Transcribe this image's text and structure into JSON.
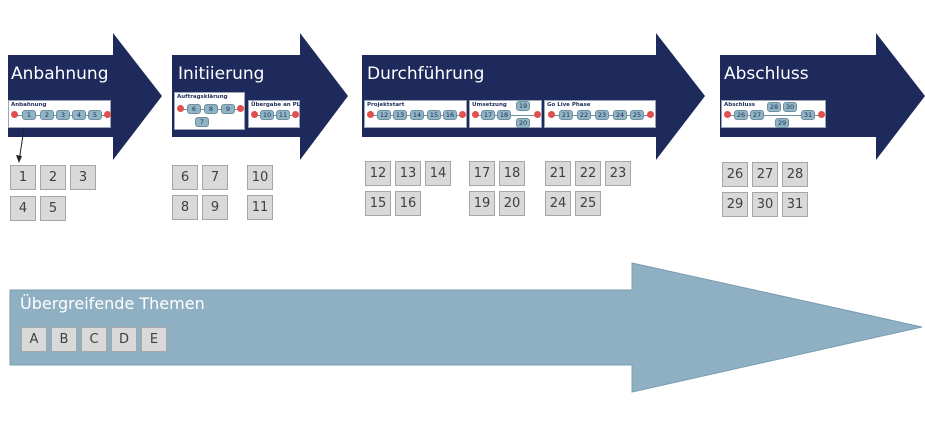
{
  "colors": {
    "phase_arrow": "#1f2a5c",
    "theme_arrow": "#8fb0c3",
    "pill": "#8fb5c4",
    "event": "#e0504f",
    "box": "#d9d9d9"
  },
  "phases": [
    {
      "title": "Anbahnung",
      "panels": [
        {
          "label": "Anbahnung",
          "steps": [
            "1",
            "2",
            "3",
            "4",
            "5"
          ]
        }
      ],
      "boxes": [
        "1",
        "2",
        "3",
        "4",
        "5"
      ]
    },
    {
      "title": "Initiierung",
      "panels": [
        {
          "label": "Auftragsklärung",
          "steps": [
            "6",
            "8",
            "9",
            "7"
          ]
        },
        {
          "label": "Übergabe an PL",
          "steps": [
            "10",
            "11"
          ]
        }
      ],
      "boxes": [
        "6",
        "7",
        "8",
        "9",
        "10",
        "11"
      ]
    },
    {
      "title": "Durchführung",
      "panels": [
        {
          "label": "Projektstart",
          "steps": [
            "12",
            "13",
            "14",
            "15",
            "16"
          ]
        },
        {
          "label": "Umsetzung",
          "steps": [
            "17",
            "18",
            "19",
            "20"
          ]
        },
        {
          "label": "Go Live Phase",
          "steps": [
            "21",
            "22",
            "23",
            "24",
            "25"
          ]
        }
      ],
      "boxes": [
        "12",
        "13",
        "14",
        "15",
        "16",
        "17",
        "18",
        "19",
        "20",
        "21",
        "22",
        "23",
        "24",
        "25"
      ]
    },
    {
      "title": "Abschluss",
      "panels": [
        {
          "label": "Abschluss",
          "steps": [
            "26",
            "27",
            "28",
            "30",
            "29",
            "31"
          ]
        }
      ],
      "boxes": [
        "26",
        "27",
        "28",
        "29",
        "30",
        "31"
      ]
    }
  ],
  "themes": {
    "title": "Übergreifende Themen",
    "items": [
      "A",
      "B",
      "C",
      "D",
      "E"
    ]
  }
}
